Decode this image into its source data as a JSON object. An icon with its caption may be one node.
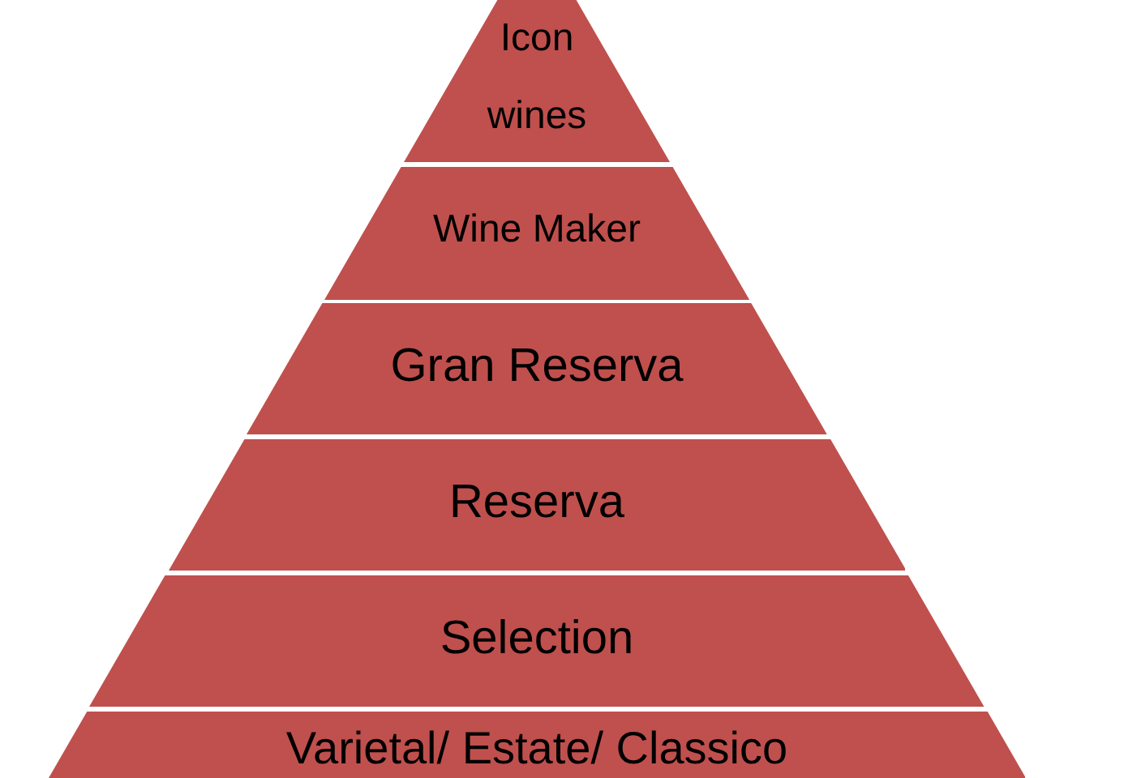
{
  "diagram": {
    "nodes": [
      {
        "text": [
          "Icon wines"
        ]
      },
      {
        "text": [
          "Wine Maker"
        ]
      },
      {
        "text": [
          "Gran Reserva"
        ]
      },
      {
        "text": [
          "Reserva"
        ]
      },
      {
        "text": [
          "Selection"
        ]
      },
      {
        "text": [
          "Varietal/ Estate/ Classico"
        ]
      }
    ]
  }
}
